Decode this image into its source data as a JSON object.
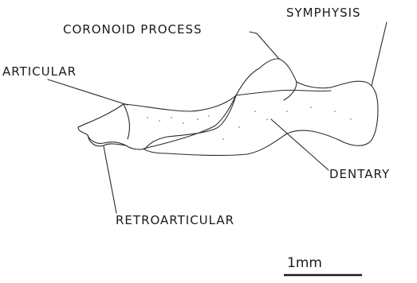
{
  "labels": {
    "symphysis": "SYMPHYSIS",
    "coronoid_process": "CORONOID PROCESS",
    "articular": "ARTICULAR",
    "dentary": "DENTARY",
    "retroarticular": "RETROARTICULAR"
  },
  "scale_bar": {
    "label": "1mm"
  },
  "colors": {
    "ink": "#1a1a1a",
    "background": "#ffffff"
  }
}
